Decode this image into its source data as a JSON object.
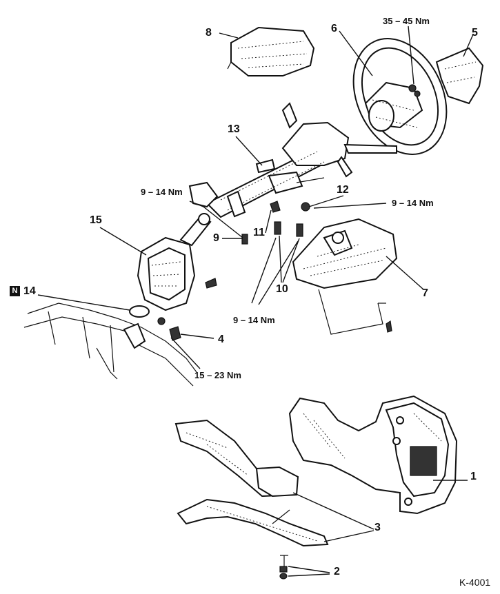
{
  "callouts": {
    "c1": "1",
    "c2": "2",
    "c3": "3",
    "c4": "4",
    "c5": "5",
    "c6": "6",
    "c7": "7",
    "c8": "8",
    "c9": "9",
    "c10": "10",
    "c11": "11",
    "c12": "12",
    "c13": "13",
    "c14": "14",
    "c15": "15"
  },
  "torque": {
    "wheel_nut": "35 – 45 Nm",
    "column_upper_left": "9 – 14 Nm",
    "column_right": "9 – 14 Nm",
    "column_bolts": "9 – 14 Nm",
    "pinch_bolt": "15 – 23 Nm"
  },
  "badge": "N",
  "figure_code": "K-4001"
}
